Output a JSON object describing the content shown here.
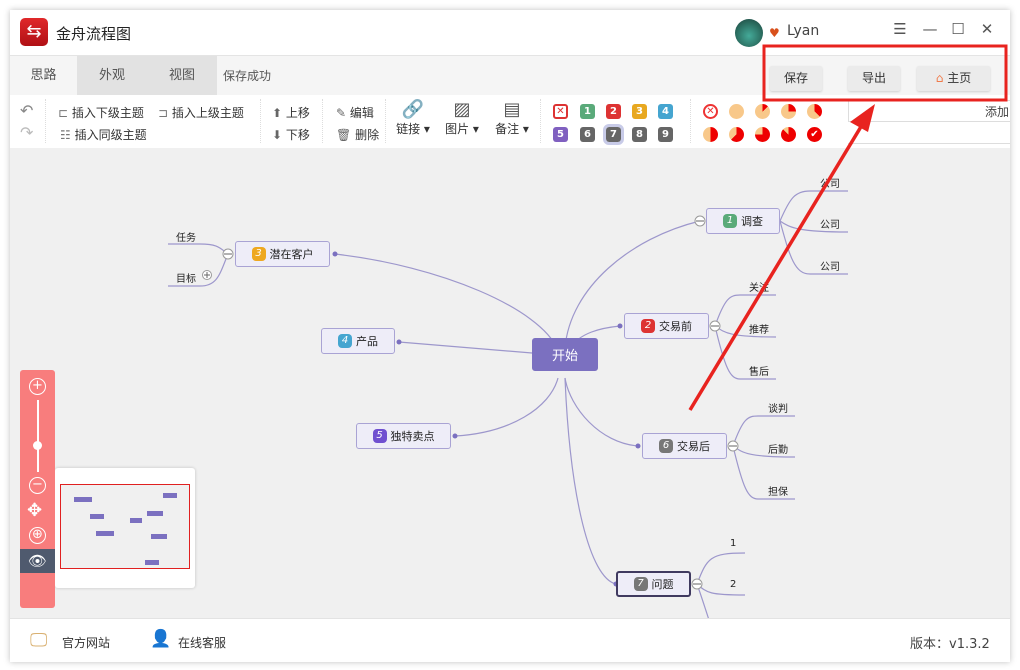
{
  "app": {
    "title": "金舟流程图",
    "user": "Lyan"
  },
  "tabs": [
    {
      "label": "思路"
    },
    {
      "label": "外观"
    },
    {
      "label": "视图"
    }
  ],
  "status": "保存成功",
  "actions": {
    "save": "保存",
    "export": "导出",
    "home": "主页"
  },
  "toolbar": {
    "insert_child": "插入下级主题",
    "insert_parent": "插入上级主题",
    "insert_sibling": "插入同级主题",
    "move_up": "上移",
    "move_down": "下移",
    "edit": "编辑",
    "delete": "删除",
    "link": "链接",
    "image": "图片",
    "note": "备注"
  },
  "priorities": [
    "1",
    "2",
    "3",
    "4",
    "5",
    "6",
    "7",
    "8",
    "9"
  ],
  "side_panel": {
    "add": "添加"
  },
  "mindmap": {
    "root": "开始",
    "nodes": [
      {
        "num": "1",
        "label": "调查",
        "leaves": [
          "公司",
          "公司",
          "公司"
        ]
      },
      {
        "num": "2",
        "label": "交易前",
        "leaves": [
          "关注",
          "推荐",
          "售后"
        ]
      },
      {
        "num": "6",
        "label": "交易后",
        "leaves": [
          "谈判",
          "后勤",
          "担保"
        ]
      },
      {
        "num": "7",
        "label": "问题",
        "leaves": [
          "1",
          "2"
        ]
      },
      {
        "num": "3",
        "label": "潜在客户",
        "leaves": [
          "任务",
          "目标"
        ]
      },
      {
        "num": "4",
        "label": "产品"
      },
      {
        "num": "5",
        "label": "独特卖点"
      }
    ]
  },
  "footer": {
    "website": "官方网站",
    "support": "在线客服",
    "version": "版本：v1.3.2"
  },
  "colors": {
    "accent": "#7b70c0",
    "annotation": "#e8231f",
    "zoom_panel": "#f87d7d"
  }
}
